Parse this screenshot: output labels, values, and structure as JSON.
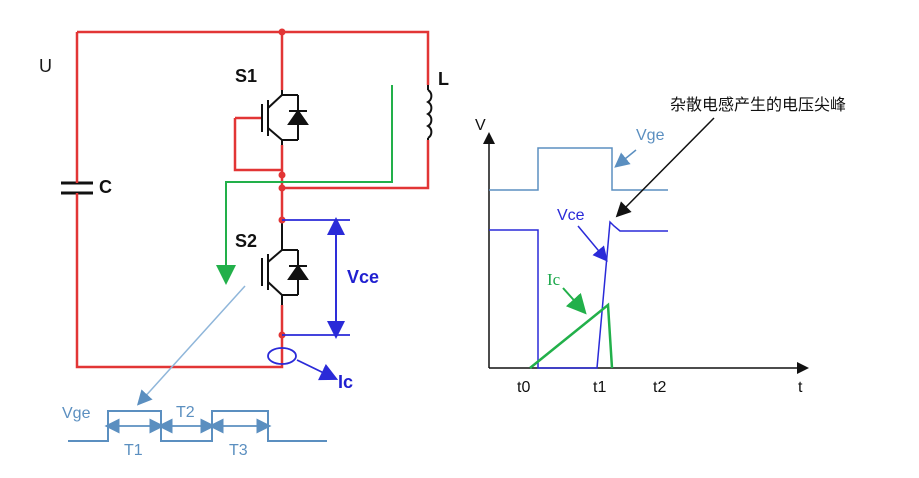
{
  "circuit": {
    "supply_label": "U",
    "capacitor_label": "C",
    "inductor_label": "L",
    "switch_top_label": "S1",
    "switch_bottom_label": "S2",
    "vce_label": "Vce",
    "current_label": "Ic",
    "colors": {
      "power_loop": "#e23535",
      "current_path": "#22b04a",
      "device": "#111111",
      "measure": "#2a2ad8"
    }
  },
  "gate_pulse": {
    "vge_label": "Vge",
    "t1_label": "T1",
    "t2_label": "T2",
    "t3_label": "T3",
    "color": "#5b8fc0"
  },
  "waveform": {
    "y_axis_label": "V",
    "x_axis_label": "t",
    "tick_labels": [
      "t0",
      "t1",
      "t2"
    ],
    "vge_label": "Vge",
    "vce_label": "Vce",
    "ic_label": "Ic",
    "annotation": "杂散电感产生的电压尖峰",
    "colors": {
      "vge": "#5b8fc0",
      "vce": "#2a2ad8",
      "ic": "#22b04a"
    }
  }
}
